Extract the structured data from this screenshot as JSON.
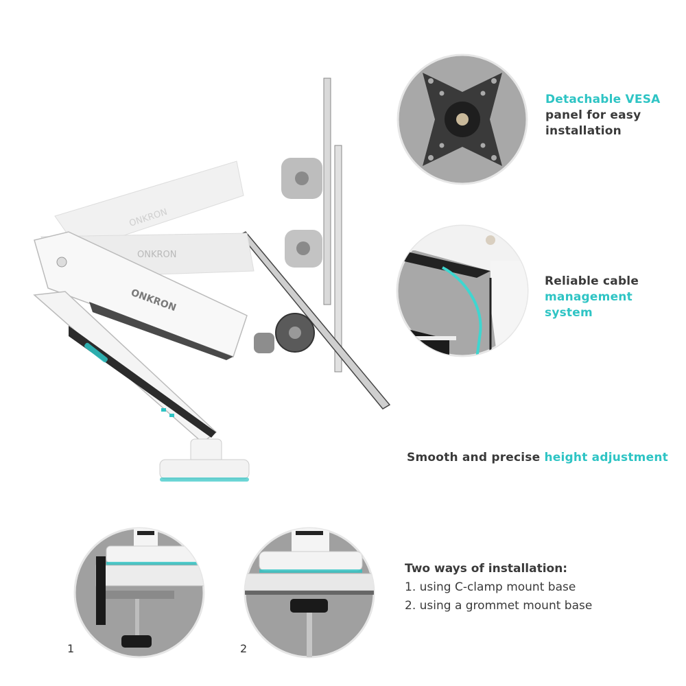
{
  "brand": "ONKRON",
  "features": {
    "vesa": {
      "accent": "Detachable VESA",
      "rest_line1": "panel for easy",
      "rest_line2": "installation"
    },
    "cable": {
      "line1": "Reliable cable",
      "accent_line1": "management",
      "accent_line2": "system"
    },
    "height": {
      "text": "Smooth and precise ",
      "accent": "height adjustment"
    }
  },
  "installation": {
    "title": "Two ways of installation:",
    "options": [
      "1. using C-clamp mount base",
      "2. using a grommet mount base"
    ],
    "labels": [
      "1",
      "2"
    ]
  },
  "colors": {
    "accent": "#2ec4c4",
    "text": "#3a3a3a",
    "circle_bg": "#a8a8a8"
  }
}
